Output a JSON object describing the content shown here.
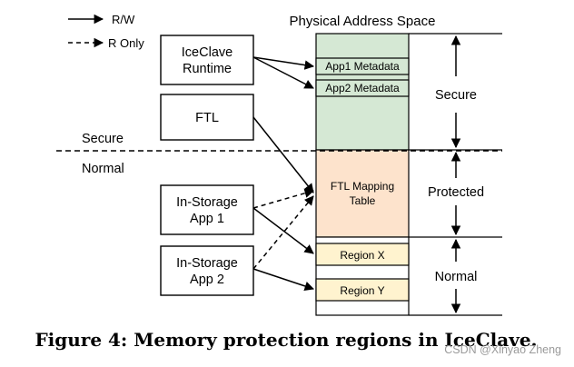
{
  "legend": {
    "rw_label": "R/W",
    "ro_label": "R Only"
  },
  "title": "Physical Address Space",
  "components": {
    "runtime_line1": "IceClave",
    "runtime_line2": "Runtime",
    "ftl": "FTL",
    "app1_line1": "In-Storage",
    "app1_line2": "App 1",
    "app2_line1": "In-Storage",
    "app2_line2": "App 2"
  },
  "world_labels": {
    "secure": "Secure",
    "normal": "Normal"
  },
  "memory": {
    "app1_meta": "App1 Metadata",
    "app2_meta": "App2 Metadata",
    "ftl_table_line1": "FTL Mapping",
    "ftl_table_line2": "Table",
    "region_x": "Region X",
    "region_y": "Region Y"
  },
  "regions": {
    "secure": "Secure",
    "protected": "Protected",
    "normal": "Normal"
  },
  "colors": {
    "secure_fill": "#d5e8d4",
    "protected_fill": "#fde3cc",
    "normal_fill": "#fff3cf"
  },
  "caption": "Figure 4: Memory protection regions in IceClave.",
  "watermark": "CSDN @Xinyao Zheng"
}
